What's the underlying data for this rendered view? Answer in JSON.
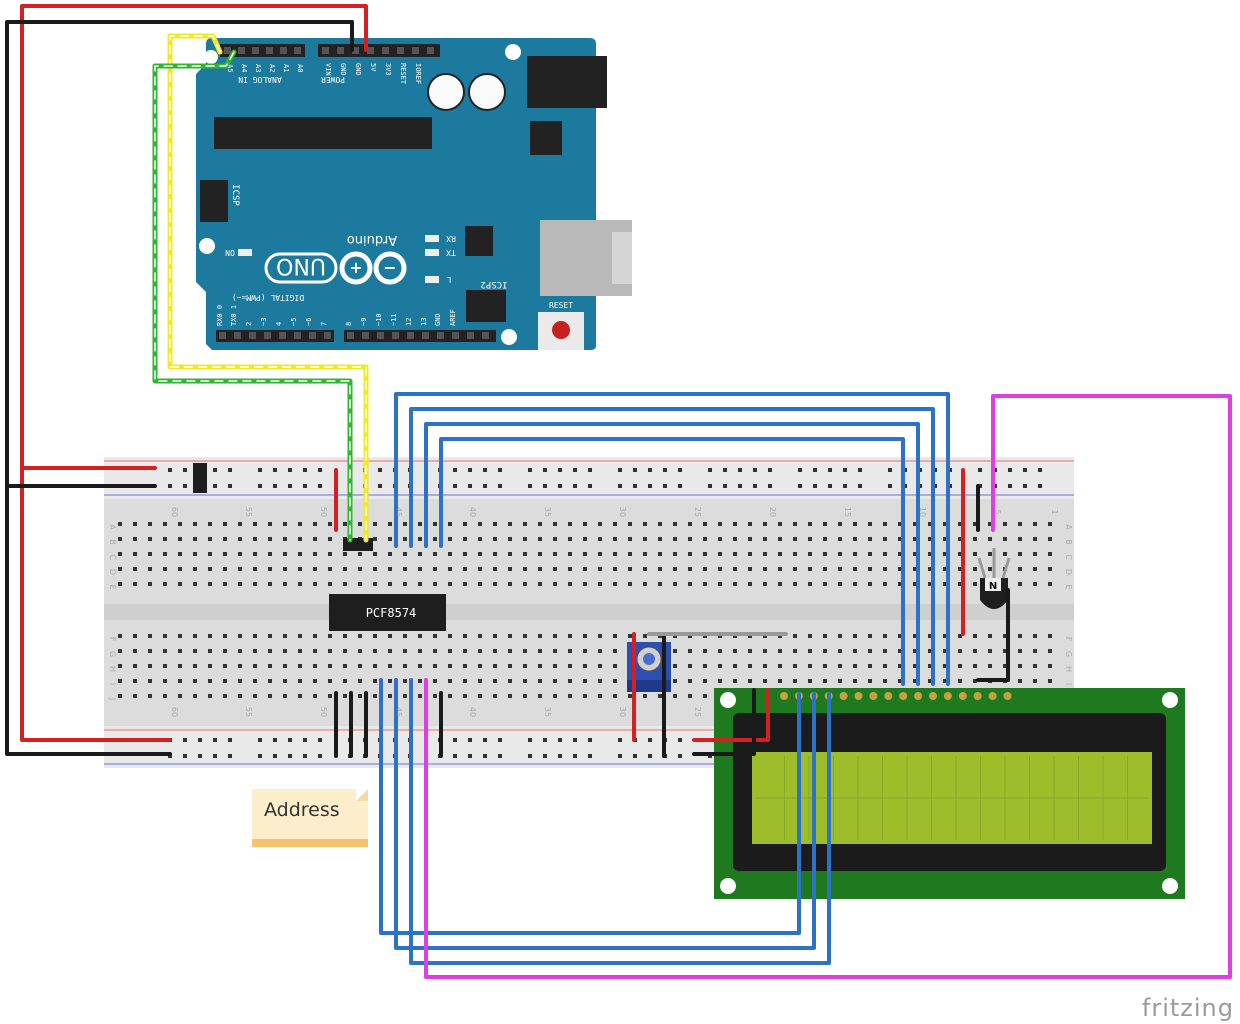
{
  "arduino": {
    "brand": "Arduino",
    "model": "UNO",
    "analog_header": "ANALOG IN",
    "analog_pins": [
      "A5",
      "A4",
      "A3",
      "A2",
      "A1",
      "A0"
    ],
    "power_header": "POWER",
    "power_pins": [
      "VIN",
      "GND",
      "GND",
      "5V",
      "3V3",
      "RESET",
      "IOREF"
    ],
    "digital_header": "DIGITAL (PWM=~)",
    "digital_pins": [
      "RX0 0",
      "TX0 1",
      "2",
      "~3",
      "4",
      "~5",
      "~6",
      "7",
      "8",
      "~9",
      "~10",
      "~11",
      "12",
      "13",
      "GND",
      "AREF"
    ],
    "icsp": "ICSP",
    "icsp2": "ICSP2",
    "led_labels": [
      "ON",
      "TX",
      "RX",
      "L"
    ],
    "reset": "RESET"
  },
  "breadboard": {
    "column_labels": [
      "60",
      "55",
      "50",
      "45",
      "40",
      "35",
      "30",
      "25",
      "20",
      "15",
      "10",
      "5",
      "1"
    ],
    "row_labels_top": [
      "A",
      "B",
      "C",
      "D",
      "E"
    ],
    "row_labels_bottom": [
      "F",
      "G",
      "H",
      "I",
      "J"
    ]
  },
  "chip_label": "PCF8574",
  "transistor_label": "N",
  "note_text": "Address",
  "brand_mark": "fritzing",
  "colors": {
    "board": "#1d7a9f",
    "wire_red": "#d42020",
    "wire_black": "#1a1a1a",
    "wire_blue": "#2c73c8",
    "wire_pink": "#e03ee0",
    "wire_yellow": "#f0e820",
    "wire_green": "#2fb52f",
    "lcd_pcb": "#1f7a1f",
    "lcd_screen": "#9dbd2a"
  }
}
